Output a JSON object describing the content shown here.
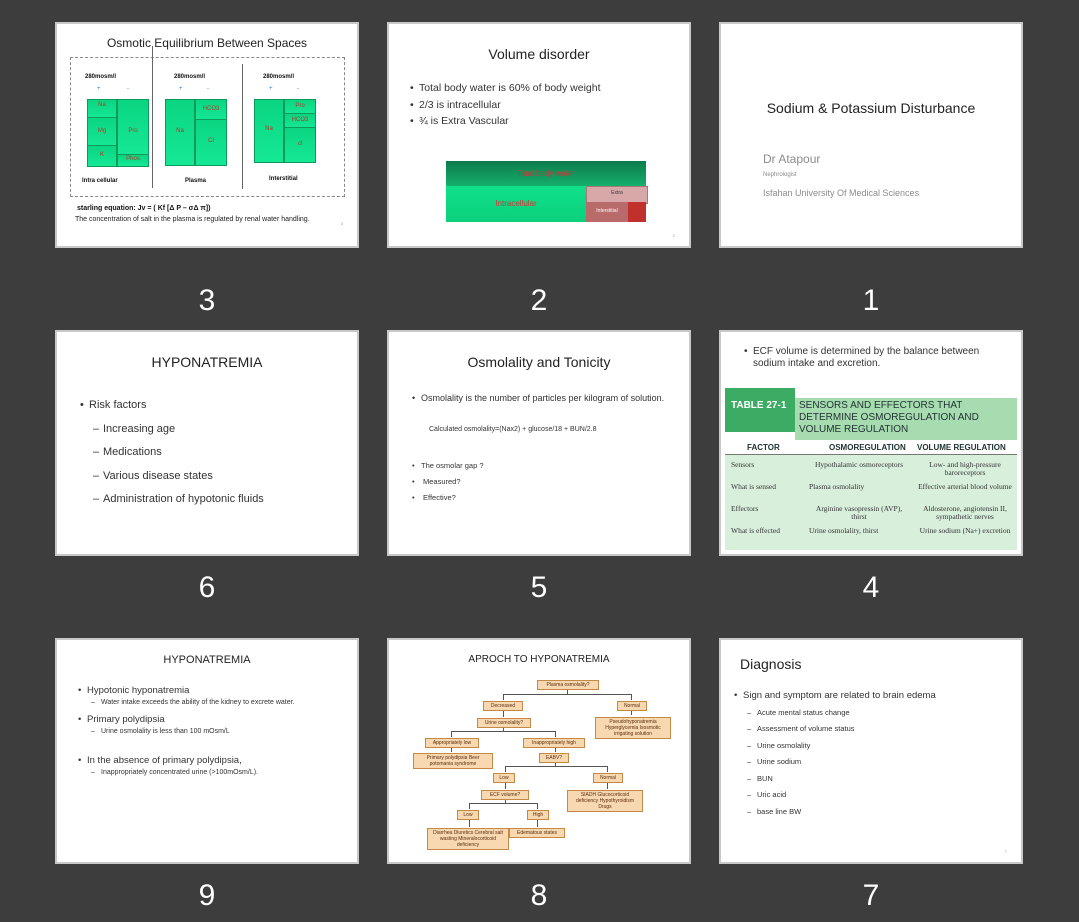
{
  "slides": [
    {
      "number": "3",
      "title": "Osmotic Equilibrium Between Spaces",
      "columns": [
        {
          "osm": "280mosm/l",
          "plus": "+",
          "minus": "-",
          "label": "Intra cellular",
          "cells": [
            "Na",
            "Mg",
            "K",
            "Pro",
            "Phos"
          ]
        },
        {
          "osm": "280mosm/l",
          "plus": "+",
          "minus": "-",
          "label": "Plasma",
          "cells": [
            "Na",
            "HCO3",
            "Cl"
          ]
        },
        {
          "osm": "280mosm/l",
          "plus": "+",
          "minus": "-",
          "label": "Interstitial",
          "cells": [
            "Na",
            "Pro",
            "HCO3",
            "cl"
          ]
        }
      ],
      "equation": "starling equation: Jv = ( Kf [Δ P – σΔ π])",
      "note": "The concentration of salt in the plasma is regulated by renal water handling.",
      "page": "3"
    },
    {
      "number": "2",
      "title": "Volume disorder",
      "bullets": [
        "Total body water is 60% of body weight",
        "2/3 is intracellular",
        "¾ is Extra Vascular"
      ],
      "bar_top": "Total body water",
      "bar_left": "Intracellular",
      "bar_extra": "Extra",
      "bar_interstitial": "Interstitial",
      "page": "2"
    },
    {
      "number": "1",
      "title": "Sodium & Potassium Disturbance",
      "author": "Dr Atapour",
      "role": "Nephrologist",
      "org": "Isfahan University Of Medical Sciences"
    },
    {
      "number": "6",
      "title": "HYPONATREMIA",
      "heading": "Risk factors",
      "items": [
        "Increasing age",
        "Medications",
        "Various disease states",
        "Administration of hypotonic fluids"
      ]
    },
    {
      "number": "5",
      "title": "Osmolality and Tonicity",
      "bullet1": "Osmolality is the number of particles per kilogram of solution.",
      "formula": "Calculated osmolality=(Nax2) + glucose/18  + BUN/2.8",
      "bullets": [
        "The osmolar gap ?",
        "Measured?",
        "Effective?"
      ]
    },
    {
      "number": "4",
      "intro": "ECF volume is determined by the balance between sodium intake and excretion.",
      "table_label": "TABLE 27-1",
      "table_title": "SENSORS AND EFFECTORS THAT DETERMINE OSMOREGULATION AND VOLUME REGULATION",
      "headers": [
        "FACTOR",
        "OSMOREGULATION",
        "VOLUME REGULATION"
      ],
      "rows": [
        [
          "Sensors",
          "Hypothalamic osmoreceptors",
          "Low- and high-pressure baroreceptors"
        ],
        [
          "What is sensed",
          "Plasma osmolality",
          "Effective arterial blood volume"
        ],
        [
          "Effectors",
          "Arginine vasopressin (AVP), thirst",
          "Aldosterone, angiotensin II, sympathetic nerves"
        ],
        [
          "What is effected",
          "Urine osmolality, thirst",
          "Urine sodium (Na+) excretion"
        ]
      ]
    },
    {
      "number": "9",
      "title": "HYPONATREMIA",
      "b1": "Hypotonic hyponatremia",
      "b1s": "Water intake exceeds the ability of the kidney to excrete water.",
      "b2": "Primary polydipsia",
      "b2s": "Urine osmolality is less than 100 mOsm/L",
      "b3": "In the absence of primary polydipsia,",
      "b3s": "Inappropriately concentrated urine (>100mOsm/L)."
    },
    {
      "number": "8",
      "title": "APROCH  TO HYPONATREMIA",
      "nodes": {
        "plasma": "Plasma osmolality?",
        "decreased": "Decreased",
        "normal": "Normal",
        "pseudo": "Pseudohyponatremia Hyperglycemia Isosmotic irrigating solution",
        "urine": "Urine osmolality?",
        "approp": "Appropriately low",
        "inapprop": "Inappropriately high",
        "polydipsia": "Primary polydipsia Beer potomania syndrome",
        "eabv": "EABV?",
        "low": "Low",
        "normal2": "Normal",
        "siadh": "SIADH Glucocorticoid deficiency Hypothyroidism Drugs",
        "ecf": "ECF volume?",
        "low2": "Low",
        "high": "High",
        "diarrhea": "Diarrhea Diuretics Cerebral salt wasting Mineralocorticoid deficiency",
        "edema": "Edematous states"
      }
    },
    {
      "number": "7",
      "title": "Diagnosis",
      "bullet": "Sign and symptom are related to brain edema",
      "items": [
        "Acute mental status change",
        "Assessment of volume status",
        "Urine osmolality",
        "Urine sodium",
        "BUN",
        "Uric acid",
        "base line BW"
      ],
      "page": "7"
    }
  ]
}
